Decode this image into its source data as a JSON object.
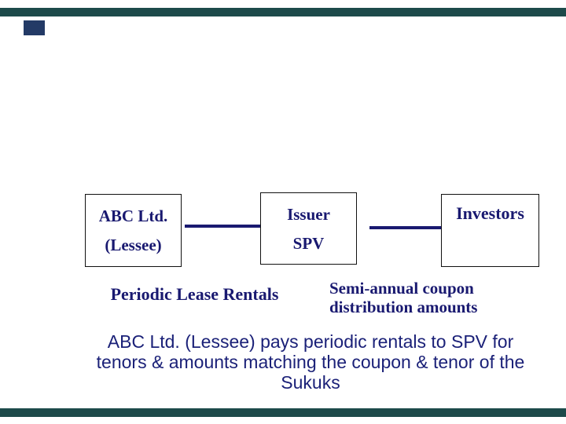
{
  "slide": {
    "decor": {
      "top_bar_color": "#1d4a4a",
      "bottom_bar_color": "#1d4a4a",
      "corner_block_color": "#233a66"
    },
    "colors": {
      "text_navy": "#191970",
      "caption_navy": "#1b2178",
      "arrow_navy": "#191970",
      "box_border": "#111111",
      "background": "#ffffff"
    }
  },
  "diagram": {
    "lessee_box": {
      "line1": "ABC Ltd.",
      "line2": "(Lessee)"
    },
    "issuer_box": {
      "line1": "Issuer",
      "line2": "SPV"
    },
    "investors_box": {
      "label": "Investors"
    },
    "lease_label": "Periodic Lease Rentals",
    "coupon_label": {
      "line1": "Semi-annual coupon",
      "line2": "distribution amounts"
    }
  },
  "caption": {
    "line1": "ABC Ltd. (Lessee) pays periodic rentals to SPV for",
    "line2": "tenors & amounts matching the coupon & tenor of the",
    "line3": "Sukuks"
  }
}
